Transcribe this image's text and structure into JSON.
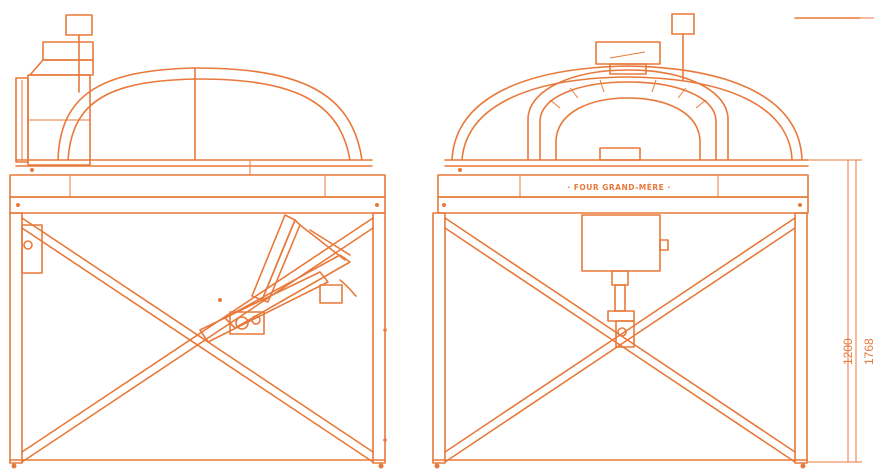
{
  "brand_label": "· FOUR GRAND-MÈRE ·",
  "dimensions": {
    "height_1": "1200",
    "height_2": "1768"
  },
  "colors": {
    "accent": "#e8793a",
    "background": "#ffffff"
  }
}
